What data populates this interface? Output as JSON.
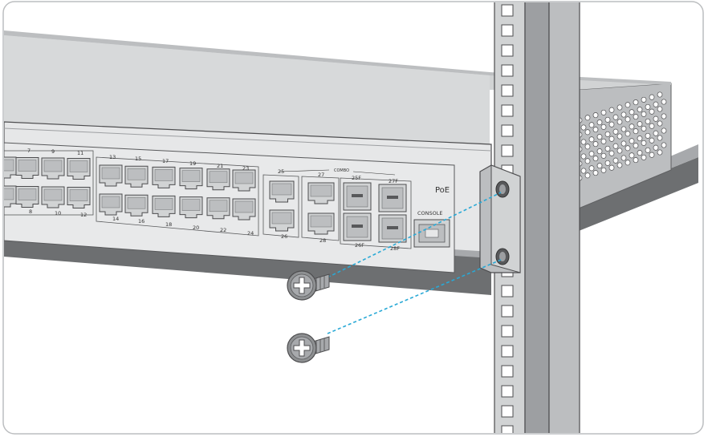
{
  "illustration": {
    "subject": "Rack-mounting a switch with two screws",
    "panel_label": "PoE",
    "console_label": "CONSOLE",
    "combo_label": "COMBO",
    "port_labels_top": [
      "7",
      "9",
      "11",
      "13",
      "15",
      "17",
      "19",
      "21",
      "23",
      "25",
      "27"
    ],
    "port_labels_bottom": [
      "8",
      "10",
      "12",
      "14",
      "16",
      "18",
      "20",
      "22",
      "24",
      "26",
      "28"
    ],
    "sfp_labels_top": [
      "25F",
      "27F"
    ],
    "sfp_labels_bottom": [
      "26F",
      "28F"
    ],
    "colors": {
      "chassis_top": "#cfd1d3",
      "chassis_front": "#e6e7e8",
      "rack": "#8a8c8e",
      "shelf": "#6d6f71",
      "dashed_line": "#29a9d6",
      "screw": "#8e9092"
    }
  }
}
